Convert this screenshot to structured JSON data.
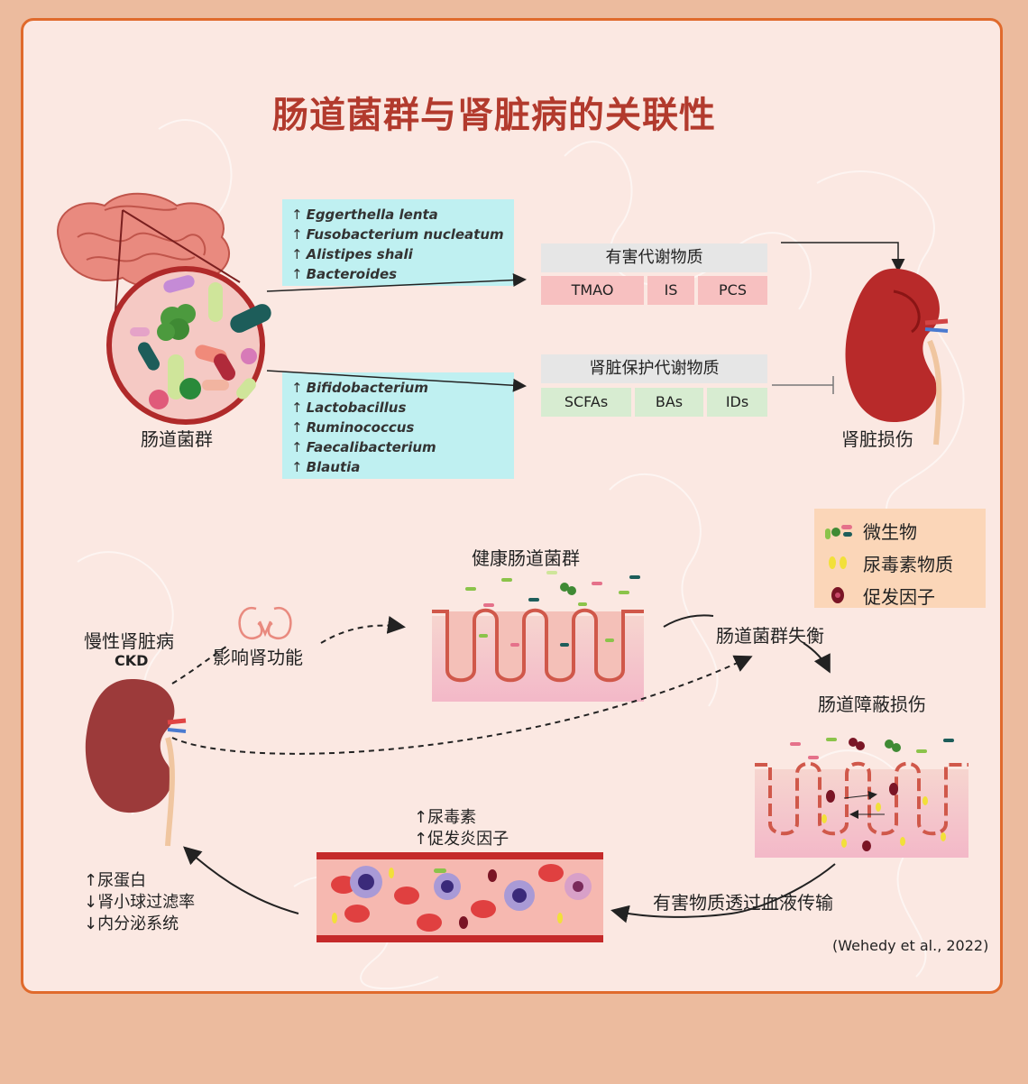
{
  "title": "肠道菌群与肾脏病的关联性",
  "gut_label": "肠道菌群",
  "harmful_species": [
    "Eggerthella lenta",
    "Fusobacterium nucleatum",
    "Alistipes shali",
    "Bacteroides"
  ],
  "protective_species": [
    "Bifidobacterium",
    "Lactobacillus",
    "Ruminococcus",
    "Faecalibacterium",
    "Blautia"
  ],
  "up_arrow": "↑",
  "harmful_metabolites": {
    "title": "有害代谢物质",
    "items": [
      "TMAO",
      "IS",
      "PCS"
    ]
  },
  "protective_metabolites": {
    "title": "肾脏保护代谢物质",
    "items": [
      "SCFAs",
      "BAs",
      "IDs"
    ]
  },
  "kidney_damage_label": "肾脏损伤",
  "legend": {
    "items": [
      "微生物",
      "尿毒素物质",
      "促发因子"
    ]
  },
  "cycle": {
    "ckd_title": "慢性肾脏病",
    "ckd_abbr": "CKD",
    "affect_kidney": "影响肾功能",
    "healthy_gut": "健康肠道菌群",
    "dysbiosis": "肠道菌群失衡",
    "barrier_damage": "肠道障蔽损伤",
    "transport": "有害物质透过血液传输",
    "blood_effects": [
      "↑尿毒素",
      "↑促发炎因子"
    ],
    "kidney_effects": [
      "↑尿蛋白",
      "↓肾小球过滤率",
      "↓内分泌系统"
    ]
  },
  "citation": "(Wehedy  et al., 2022)",
  "colors": {
    "title": "#b23a2d",
    "border": "#e06a2c",
    "card_bg": "#fbe8e2",
    "species_bg": "#bff0f1",
    "harmful_cell": "#f7c0c0",
    "protective_cell": "#d7ecd1",
    "legend_bg": "#fbd6b8"
  }
}
